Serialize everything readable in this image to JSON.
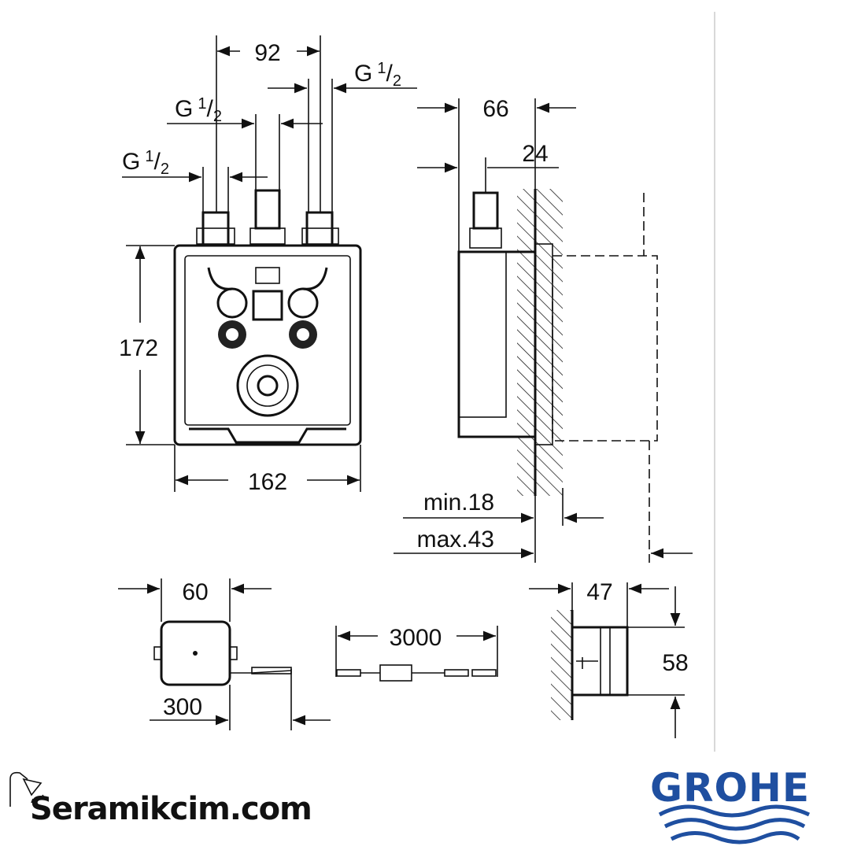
{
  "dimensions": {
    "width_92": "92",
    "height_172": "172",
    "width_162": "162",
    "depth_66": "66",
    "depth_24": "24",
    "min_depth": "min.18",
    "max_depth": "max.43",
    "module_60": "60",
    "cable_3000": "3000",
    "cable_300": "300",
    "module_47": "47",
    "module_58": "58"
  },
  "thread": {
    "letter": "G",
    "num": "1",
    "sep": "/",
    "den": "2"
  },
  "branding": {
    "site": "Seramikcim.com",
    "manufacturer": "GROHE",
    "manufacturer_color": "#1f4fa0"
  }
}
